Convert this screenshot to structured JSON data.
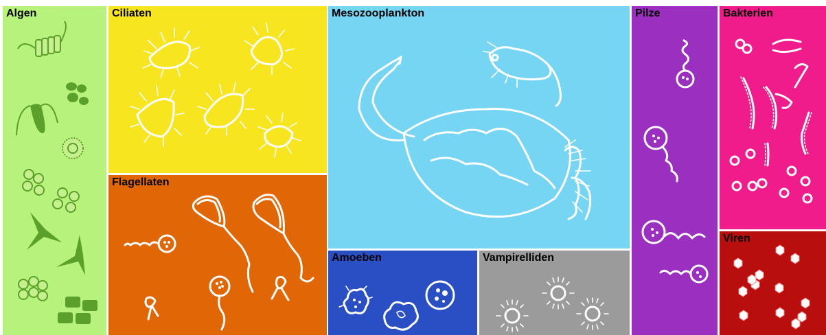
{
  "colors": {
    "algen": "#b7f27c",
    "ciliaten": "#f7e520",
    "flagellaten": "#e06606",
    "mesozooplankton": "#76d5f3",
    "amoeben": "#2a4fc4",
    "vampirelliden": "#9b9b9b",
    "pilze": "#9b30c0",
    "bakterien": "#f01c8c",
    "viren": "#b80e0e"
  },
  "groups": {
    "algen": {
      "label": "Algen"
    },
    "ciliaten": {
      "label": "Ciliaten"
    },
    "flagellaten": {
      "label": "Flagellaten"
    },
    "mesozooplankton": {
      "label": "Mesozooplankton"
    },
    "amoeben": {
      "label": "Amoeben"
    },
    "vampirelliden": {
      "label": "Vampirelliden"
    },
    "pilze": {
      "label": "Pilze"
    },
    "bakterien": {
      "label": "Bakterien"
    },
    "viren": {
      "label": "Viren"
    }
  },
  "icons": {
    "algen": "algae-cells-icon",
    "ciliaten": "ciliate-cells-icon",
    "flagellaten": "flagellate-cells-icon",
    "mesozooplankton": "copepod-icon",
    "amoeben": "amoeba-icon",
    "vampirelliden": "vampyrellid-icon",
    "pilze": "chytrid-fungi-icon",
    "bakterien": "bacteria-icon",
    "viren": "virus-particles-icon"
  }
}
